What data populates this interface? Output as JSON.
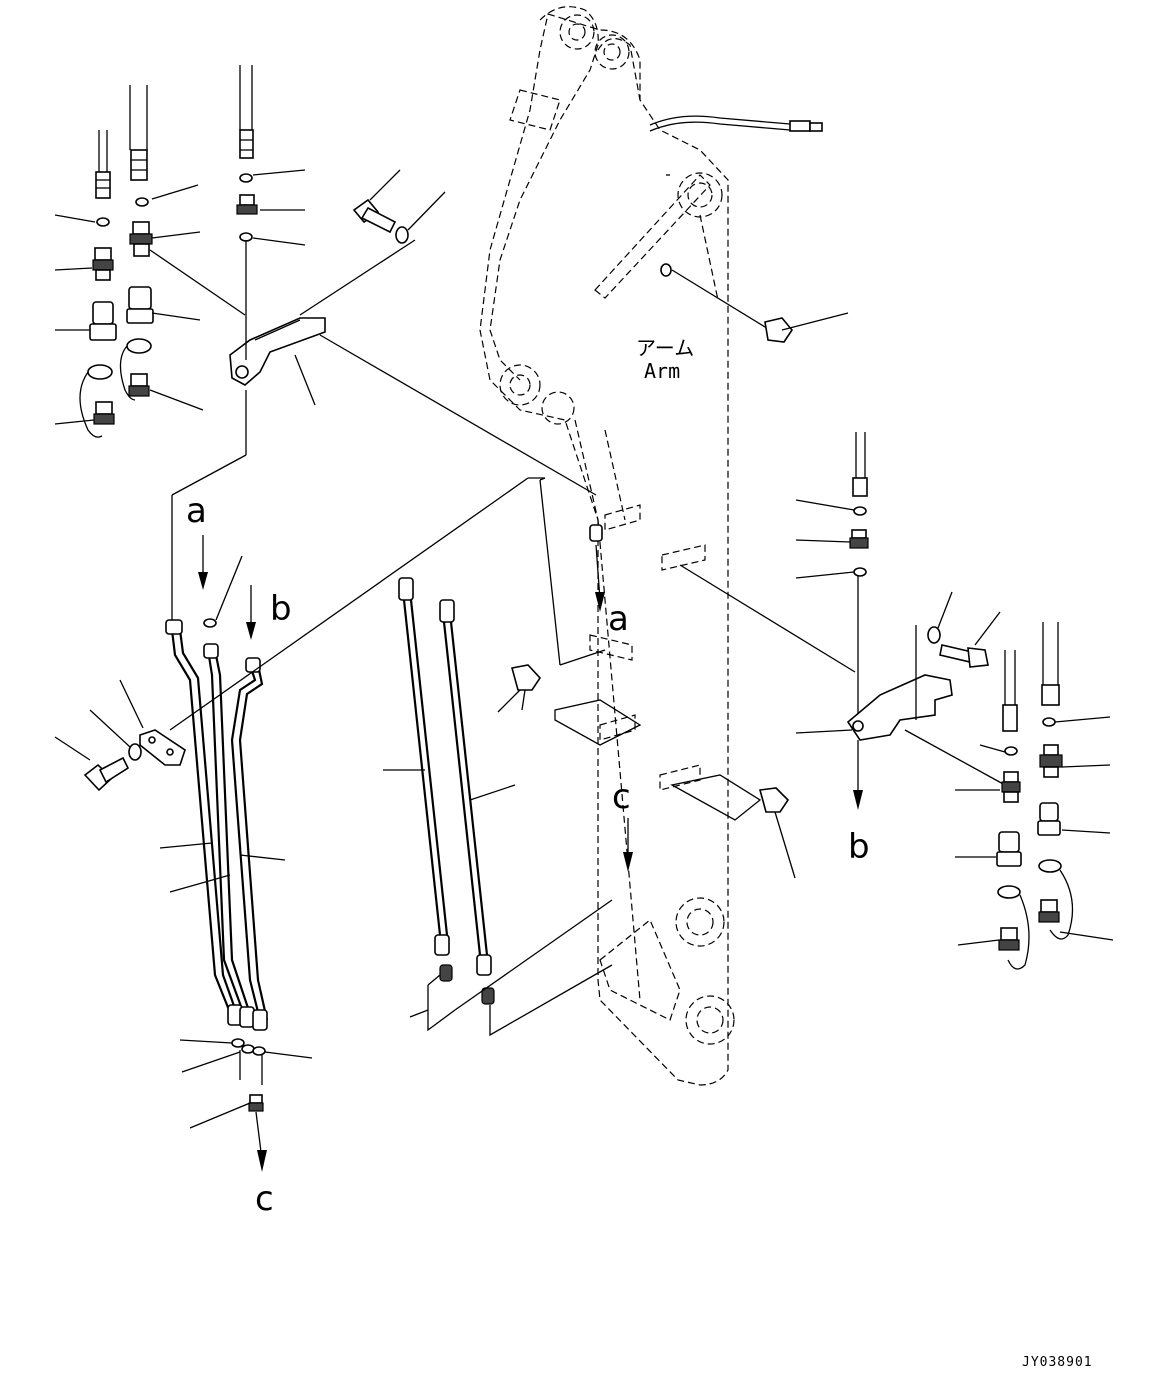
{
  "drawing": {
    "arm_label_jp": "アーム",
    "arm_label_en": "Arm",
    "drawing_code": "JY038901"
  },
  "reference_marks": {
    "a": "a",
    "b": "b",
    "c": "c"
  },
  "icons": [
    "arrow-down-icon",
    "hose-fitting-icon",
    "o-ring-icon",
    "bolt-icon",
    "washer-icon",
    "clamp-bracket-icon",
    "plug-icon",
    "cap-icon"
  ]
}
